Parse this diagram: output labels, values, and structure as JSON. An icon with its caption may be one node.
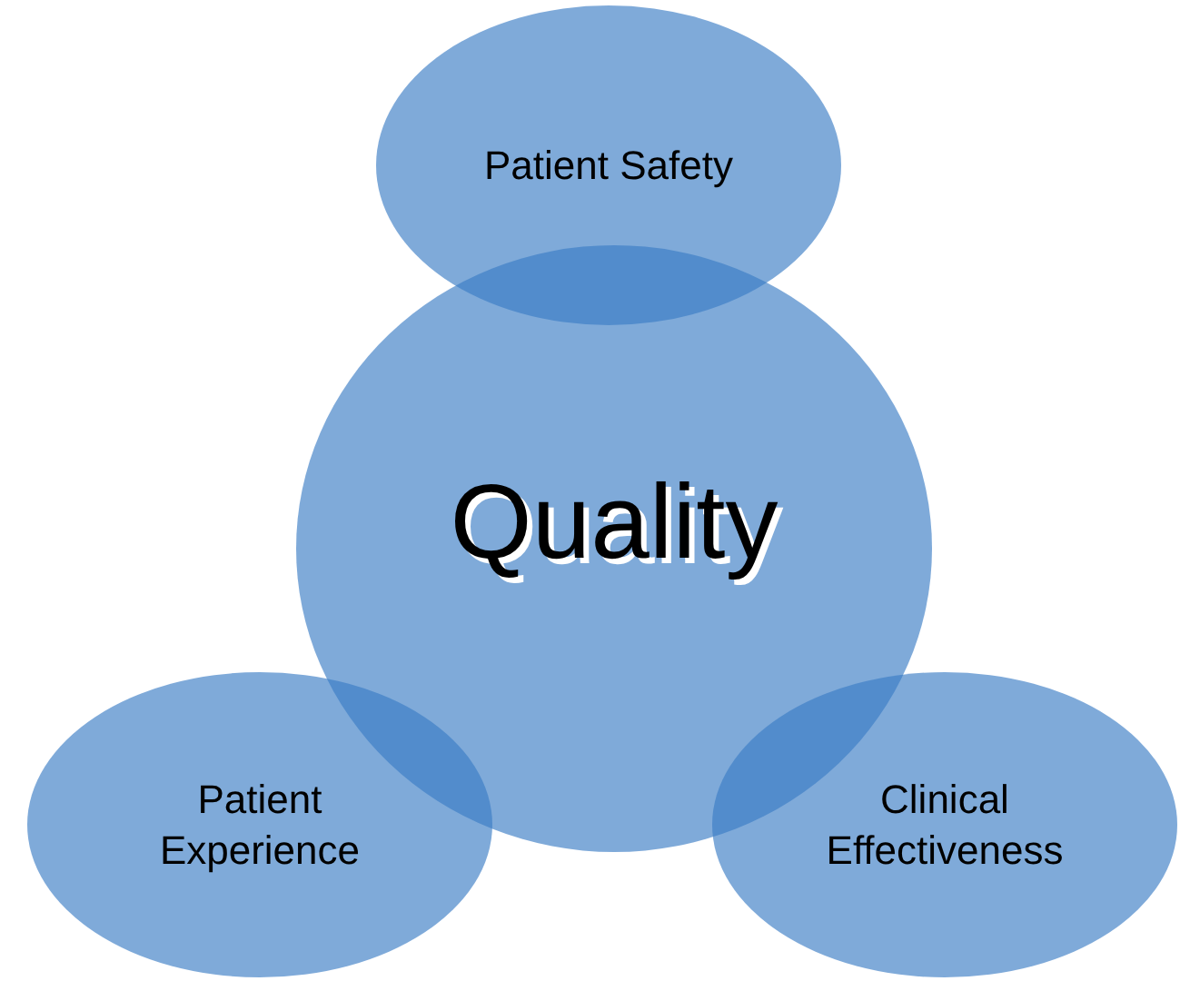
{
  "diagram": {
    "nodes": [
      {
        "text": [
          "Patient Safety"
        ]
      },
      {
        "text": [
          "Quality"
        ]
      },
      {
        "text": [
          "Patient Experience"
        ]
      },
      {
        "text": [
          "Clinical Effectiveness"
        ]
      }
    ]
  }
}
